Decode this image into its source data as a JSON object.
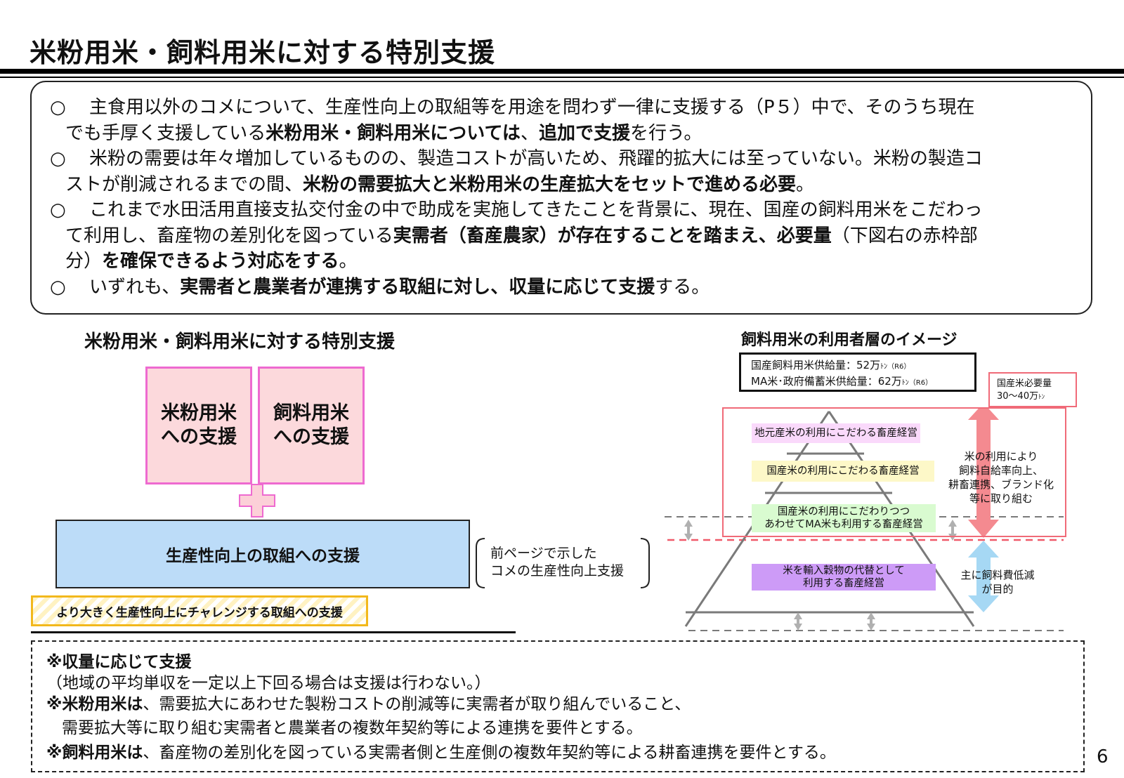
{
  "title": "米粉用米・飼料用米に対する特別支援",
  "summary": {
    "marker": "○",
    "p1_a": "主食用以外のコメについて、生産性向上の取組等を用途を問わず一律に支援する（P５）中で、そのうち現在",
    "p1_b": "でも手厚く支援している",
    "p1_bold1": "米粉用米・飼料用米については",
    "p1_c": "、",
    "p1_bold2": "追加で支援",
    "p1_d": "を行う。",
    "p2_a": "米粉の需要は年々増加しているものの、製造コストが高いため、飛躍的拡大には至っていない。米粉の製造コ",
    "p2_b": "ストが削減されるまでの間、",
    "p2_bold": "米粉の需要拡大と米粉用米の生産拡大をセットで進める必要",
    "p2_c": "。",
    "p3_a": "これまで水田活用直接支払交付金の中で助成を実施してきたことを背景に、現在、国産の飼料用米をこだわっ",
    "p3_b": "て利用し、畜産物の差別化を図っている",
    "p3_bold1": "実需者（畜産農家）が存在することを踏まえ、必要量",
    "p3_c": "（下図右の赤枠部",
    "p3_d": "分）",
    "p3_bold2": "を確保できるよう対応をする",
    "p3_e": "。",
    "p4_a": "いずれも、",
    "p4_bold": "実需者と農業者が連携する取組に対し、収量に応じて支援",
    "p4_b": "する。"
  },
  "left_diagram": {
    "heading": "米粉用米・飼料用米に対する特別支援",
    "box_rice_flour_l1": "米粉用米",
    "box_rice_flour_l2": "への支援",
    "box_feed_l1": "飼料用米",
    "box_feed_l2": "への支援",
    "box_productivity": "生産性向上の取組への支援",
    "bar_challenge": "より大きく生産性向上にチャレンジする取組への支援",
    "bracket_l1": "前ページで示した",
    "bracket_l2": "コメの生産性向上支援"
  },
  "pyramid": {
    "title": "飼料用米の利用者層のイメージ",
    "supply_l1": "国産飼料用米供給量：52万",
    "supply_l1_unit": "ﾄﾝ",
    "supply_l1_year": "（R6）",
    "supply_l2": "MA米･政府備蓄米供給量：62万",
    "supply_l2_unit": "ﾄﾝ",
    "supply_l2_year": "（R6）",
    "need_l1": "国産米必要量",
    "need_l2": "30～40万",
    "need_l2_unit": "ﾄﾝ",
    "tier1": "地元産米の利用にこだわる畜産経営",
    "tier2": "国産米の利用にこだわる畜産経営",
    "tier3_l1": "国産米の利用にこだわりつつ",
    "tier3_l2": "あわせてMA米も利用する畜産経営",
    "tier4_l1": "米を輸入穀物の代替として",
    "tier4_l2": "利用する畜産経営",
    "note1_l1": "米の利用により",
    "note1_l2": "飼料自給率向上、",
    "note1_l3": "耕畜連携、ブランド化",
    "note1_l4": "等に取り組む",
    "note2_l1": "主に飼料費低減",
    "note2_l2": "が目的",
    "colors": {
      "red_frame": "#f06a78",
      "pink_arrow": "#f48a90",
      "blue_arrow": "#a6d8f4"
    }
  },
  "notes": {
    "n1_bold": "※収量に応じて支援",
    "n1_sub": "（地域の平均単収を一定以上下回る場合は支援は行わない。）",
    "n2_bold": "※米粉用米は",
    "n2_text": "、需要拡大にあわせた製粉コストの削減等に実需者が取り組んでいること、",
    "n2_cont": "需要拡大等に取り組む実需者と農業者の複数年契約等による連携を要件とする。",
    "n3_bold": "※飼料用米は",
    "n3_text": "、畜産物の差別化を図っている実需者側と生産側の複数年契約等による耕畜連携を要件とする。"
  },
  "page_number": "6"
}
